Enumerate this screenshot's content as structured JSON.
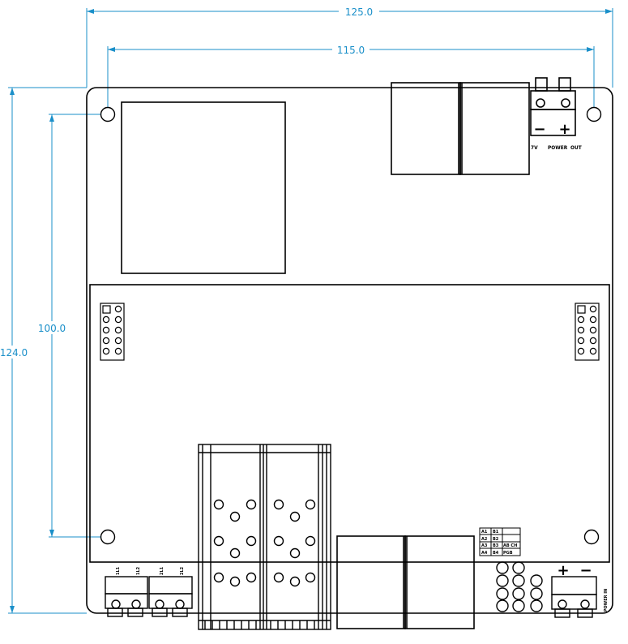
{
  "dimensions": {
    "overall_width": "125.0",
    "hole_spacing_x": "115.0",
    "hole_spacing_y": "100.0",
    "overall_height": "124.0"
  },
  "labels": {
    "top_connector": [
      "7V",
      "POWER",
      "OUT"
    ],
    "top_polarity": [
      "−",
      "+"
    ],
    "bottom_polarity": [
      "+",
      "−"
    ],
    "bottom_power_in": "POWER IN",
    "terminal_labels": [
      "1L1",
      "1L2",
      "2L1",
      "2L2"
    ],
    "dip_labels": [
      "A1",
      "A2",
      "A3",
      "A4",
      "B1",
      "B2",
      "B3",
      "B4"
    ],
    "dip_extra": [
      "AB CH",
      "PGB"
    ]
  },
  "colors": {
    "dimension": "#1a8fc9",
    "outline": "#000000"
  }
}
